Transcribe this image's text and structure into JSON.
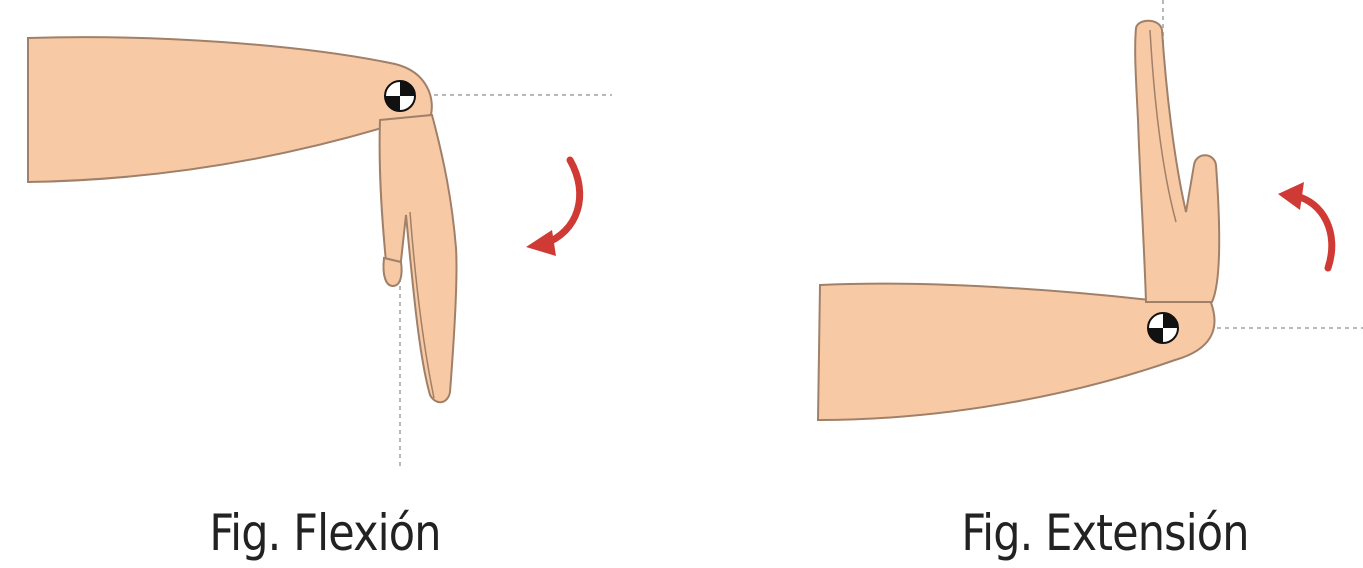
{
  "figures": [
    {
      "id": "flexion",
      "caption": "Fig. Flexión",
      "arrow_direction": "clockwise"
    },
    {
      "id": "extension",
      "caption": "Fig. Extensión",
      "arrow_direction": "counterclockwise"
    }
  ],
  "colors": {
    "skin": "#f8c9a5",
    "outline": "#a08068",
    "arrow": "#d03a34",
    "guide": "#b8b8b8",
    "marker_dark": "#111111",
    "marker_light": "#ffffff",
    "text": "#222222"
  }
}
